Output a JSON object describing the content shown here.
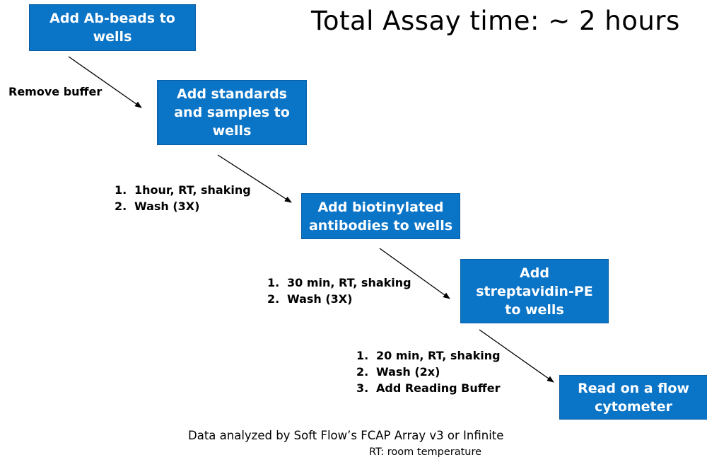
{
  "title": "Total Assay time: ~ 2 hours",
  "steps": [
    {
      "lines": [
        "Add  Ab-beads to",
        "wells"
      ]
    },
    {
      "lines": [
        "Add standards",
        "and samples  to",
        "wells"
      ]
    },
    {
      "lines": [
        "Add biotinylated",
        "antibodies to wells"
      ]
    },
    {
      "lines": [
        "Add",
        "streptavidin-PE",
        "to wells"
      ]
    },
    {
      "lines": [
        "Read on a flow",
        "cytometer"
      ]
    }
  ],
  "notes": [
    {
      "items": [
        {
          "text": "Remove buffer"
        }
      ]
    },
    {
      "items": [
        {
          "num": "1.",
          "text": "1hour, RT, shaking"
        },
        {
          "num": "2.",
          "text": "Wash (3X)"
        }
      ]
    },
    {
      "items": [
        {
          "num": "1.",
          "text": "30 min, RT, shaking"
        },
        {
          "num": "2.",
          "text": "Wash (3X)"
        }
      ]
    },
    {
      "items": [
        {
          "num": "1.",
          "text": "20 min, RT, shaking"
        },
        {
          "num": "2.",
          "text": "Wash (2x)"
        },
        {
          "num": "3.",
          "text": "Add Reading Buffer"
        }
      ]
    }
  ],
  "footer": {
    "analysis": "Data analyzed by Soft Flow’s FCAP Array v3 or Infinite",
    "rt_note": "RT: room temperature"
  },
  "colors": {
    "box_fill": "#0a74c7",
    "box_text": "#ffffff",
    "arrow": "#000000"
  }
}
